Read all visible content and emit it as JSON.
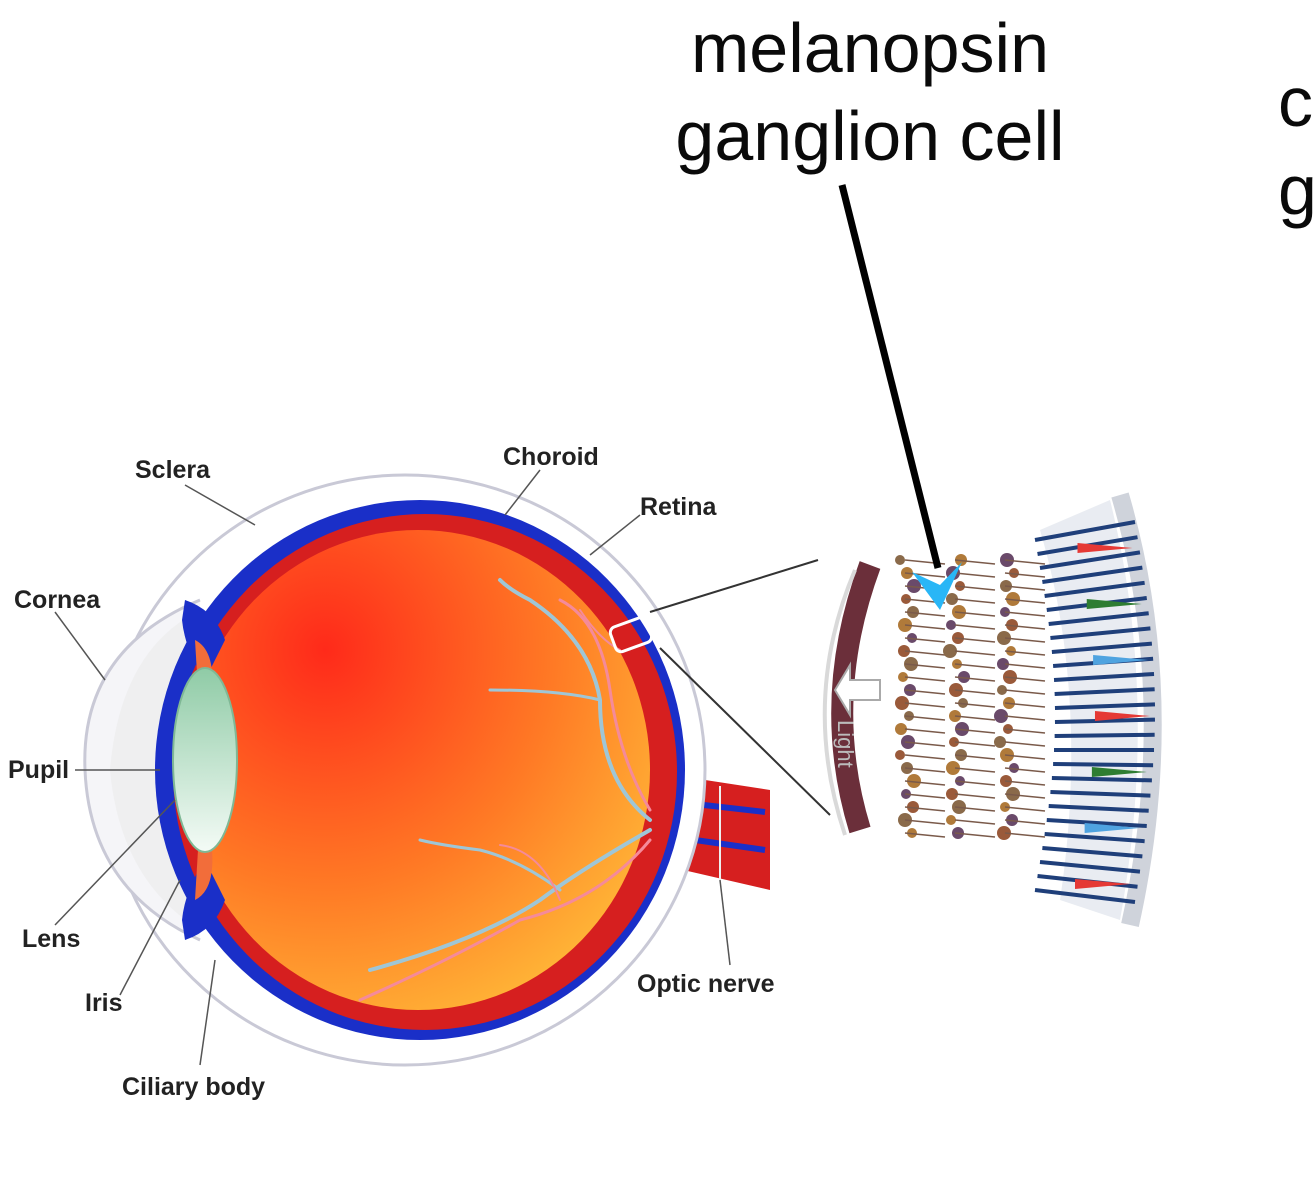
{
  "callout": {
    "line1": "melanopsin",
    "line2": "ganglion cell",
    "cut_line1": "c",
    "cut_line2": "g"
  },
  "eye_labels": {
    "sclera": "Sclera",
    "choroid": "Choroid",
    "retina": "Retina",
    "cornea": "Cornea",
    "pupil": "Pupil",
    "lens": "Lens",
    "iris": "Iris",
    "ciliary_body": "Ciliary body",
    "optic_nerve": "Optic nerve"
  },
  "retina_inset": {
    "light_label": "Light"
  },
  "colors": {
    "sclera_blue": "#1a2fc8",
    "eye_red": "#f23a1a",
    "eye_orange": "#ffb23a",
    "lens": "#a9d8bd",
    "arrowhead": "#29b6f6",
    "rods": "#1f3f7a"
  }
}
